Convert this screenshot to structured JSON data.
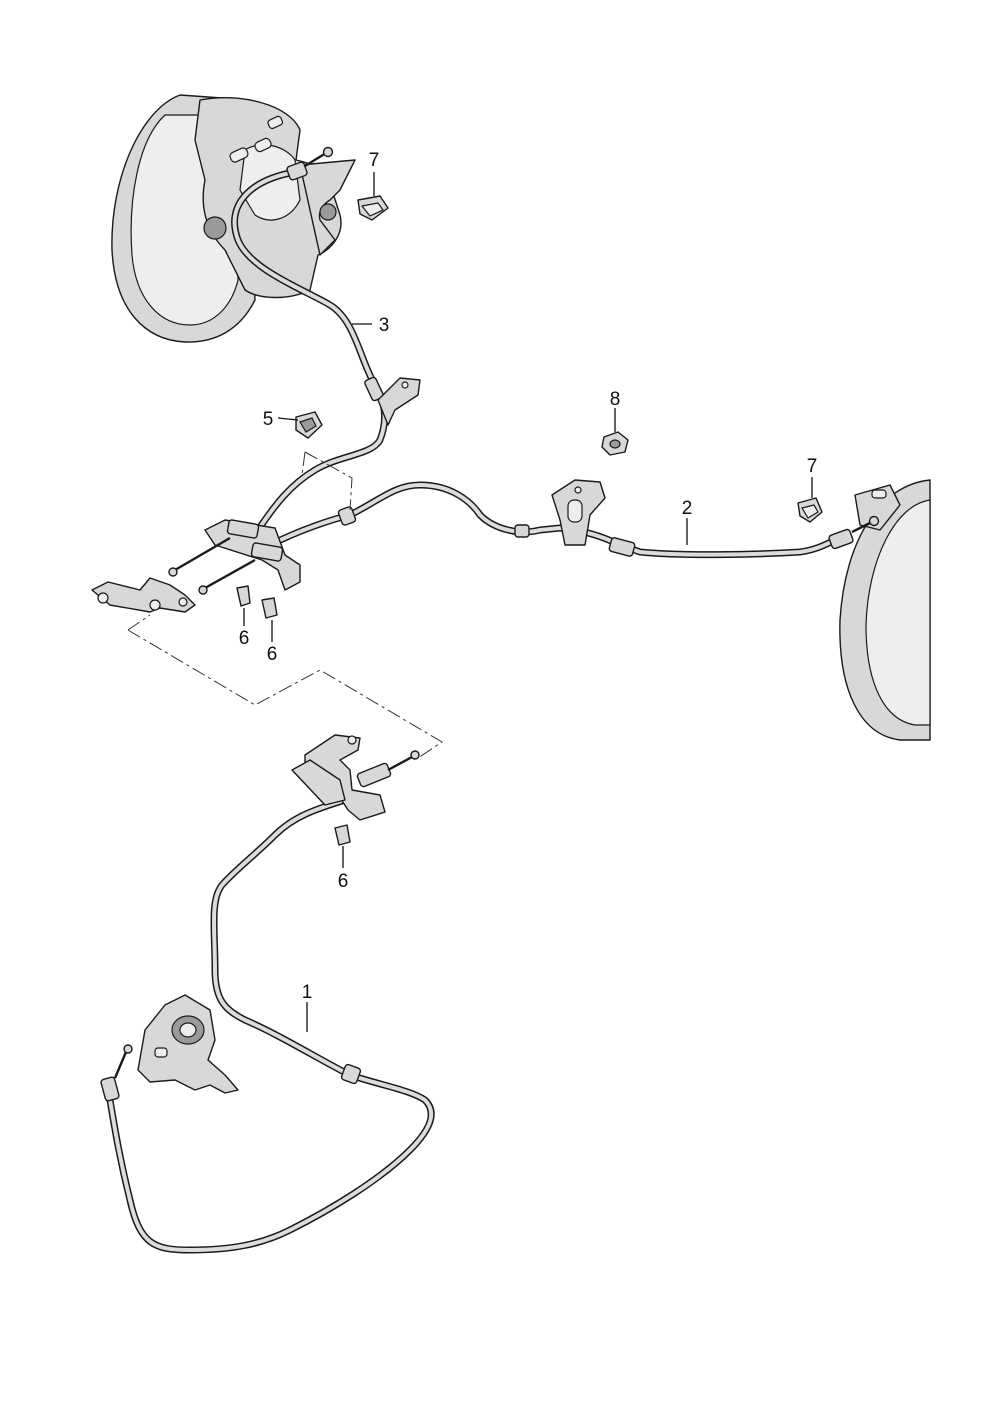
{
  "callouts": [
    {
      "id": "c7a",
      "label": "7"
    },
    {
      "id": "c3",
      "label": "3"
    },
    {
      "id": "c5",
      "label": "5"
    },
    {
      "id": "c8",
      "label": "8"
    },
    {
      "id": "c7b",
      "label": "7"
    },
    {
      "id": "c2",
      "label": "2"
    },
    {
      "id": "c6a",
      "label": "6"
    },
    {
      "id": "c6b",
      "label": "6"
    },
    {
      "id": "c6c",
      "label": "6"
    },
    {
      "id": "c1",
      "label": "1"
    }
  ],
  "colors": {
    "line": "#1a1a1a",
    "metal_fill": "#d8d8d8",
    "highlight": "#eeeeee",
    "shadow": "#9a9a9a"
  }
}
